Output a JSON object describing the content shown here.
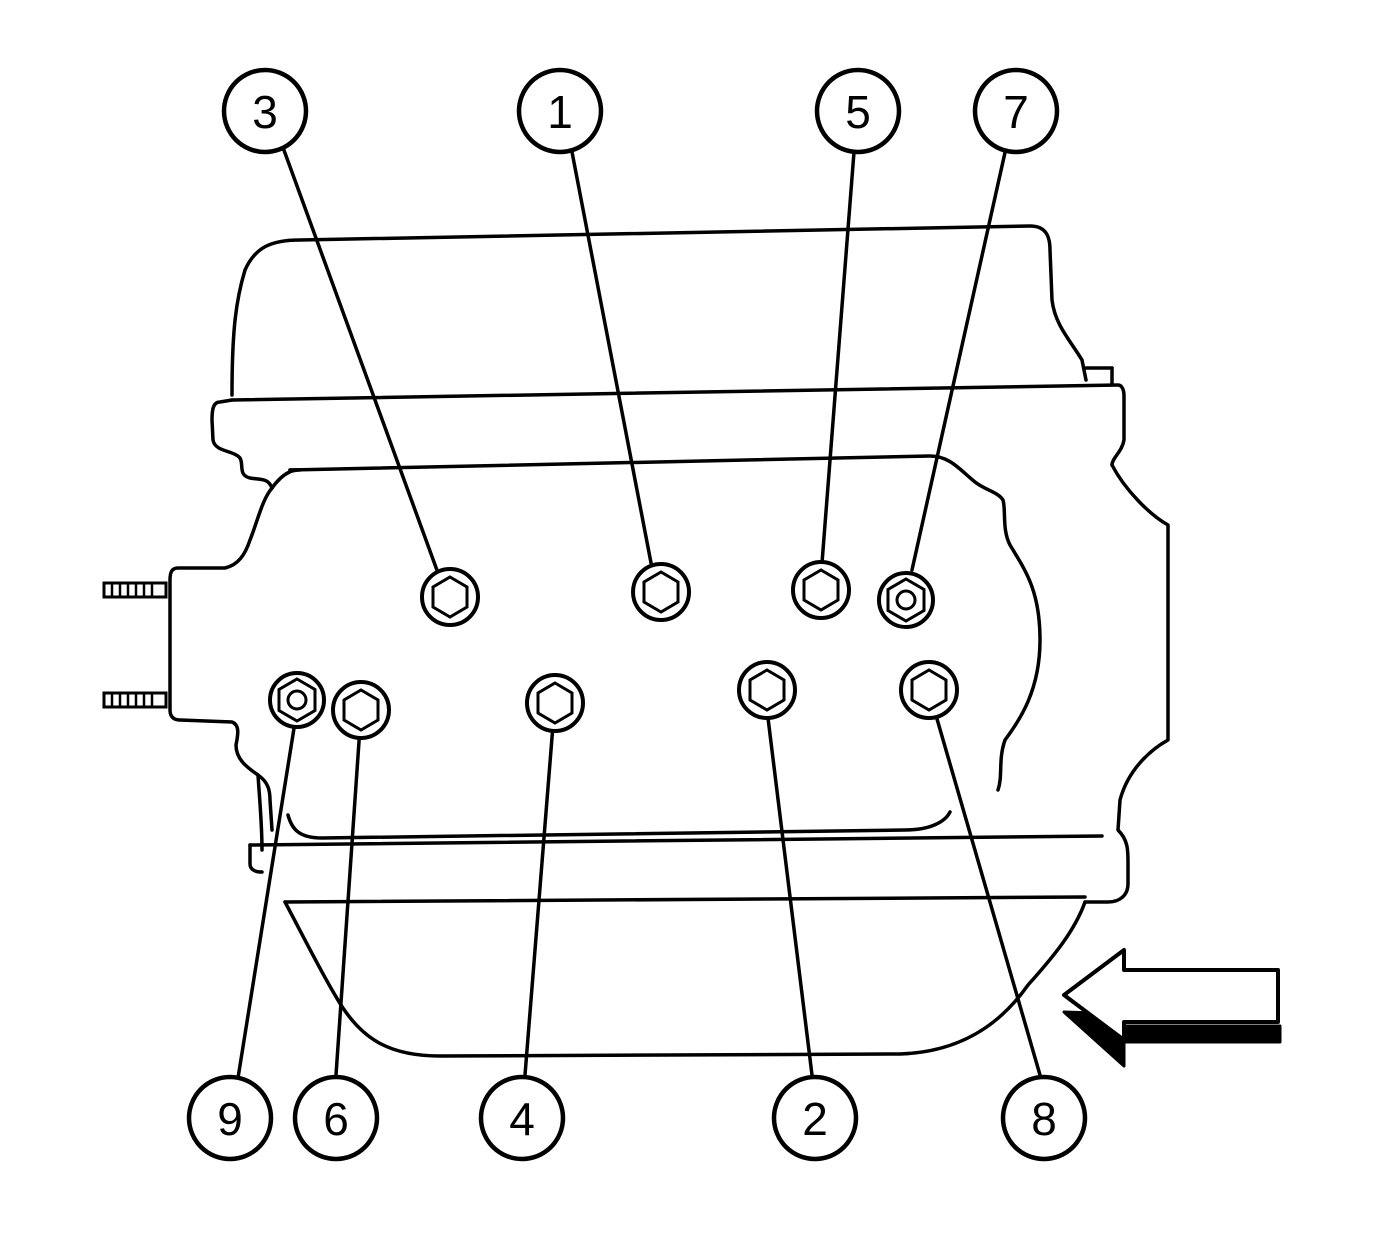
{
  "callouts": [
    {
      "id": "3",
      "label": "3"
    },
    {
      "id": "1",
      "label": "1"
    },
    {
      "id": "5",
      "label": "5"
    },
    {
      "id": "7",
      "label": "7"
    },
    {
      "id": "9",
      "label": "9"
    },
    {
      "id": "6",
      "label": "6"
    },
    {
      "id": "4",
      "label": "4"
    },
    {
      "id": "2",
      "label": "2"
    },
    {
      "id": "8",
      "label": "8"
    }
  ],
  "icons": {
    "direction_arrow": "arrow-left-icon",
    "hex_bolt": "hex-bolt-icon",
    "stud_nut": "stud-nut-icon",
    "stud": "stud-icon"
  },
  "colors": {
    "line": "#000000",
    "background": "#ffffff"
  }
}
